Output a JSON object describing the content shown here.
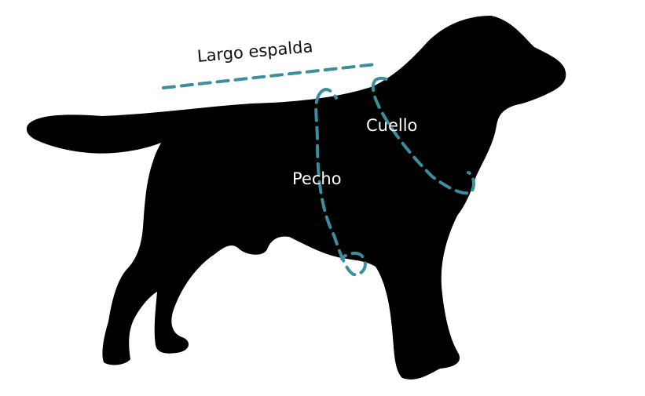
{
  "labels": {
    "back_length": "Largo espalda",
    "neck": "Cuello",
    "chest": "Pecho"
  },
  "colors": {
    "measure_line": "#3a8f9e",
    "silhouette": "#000000"
  }
}
